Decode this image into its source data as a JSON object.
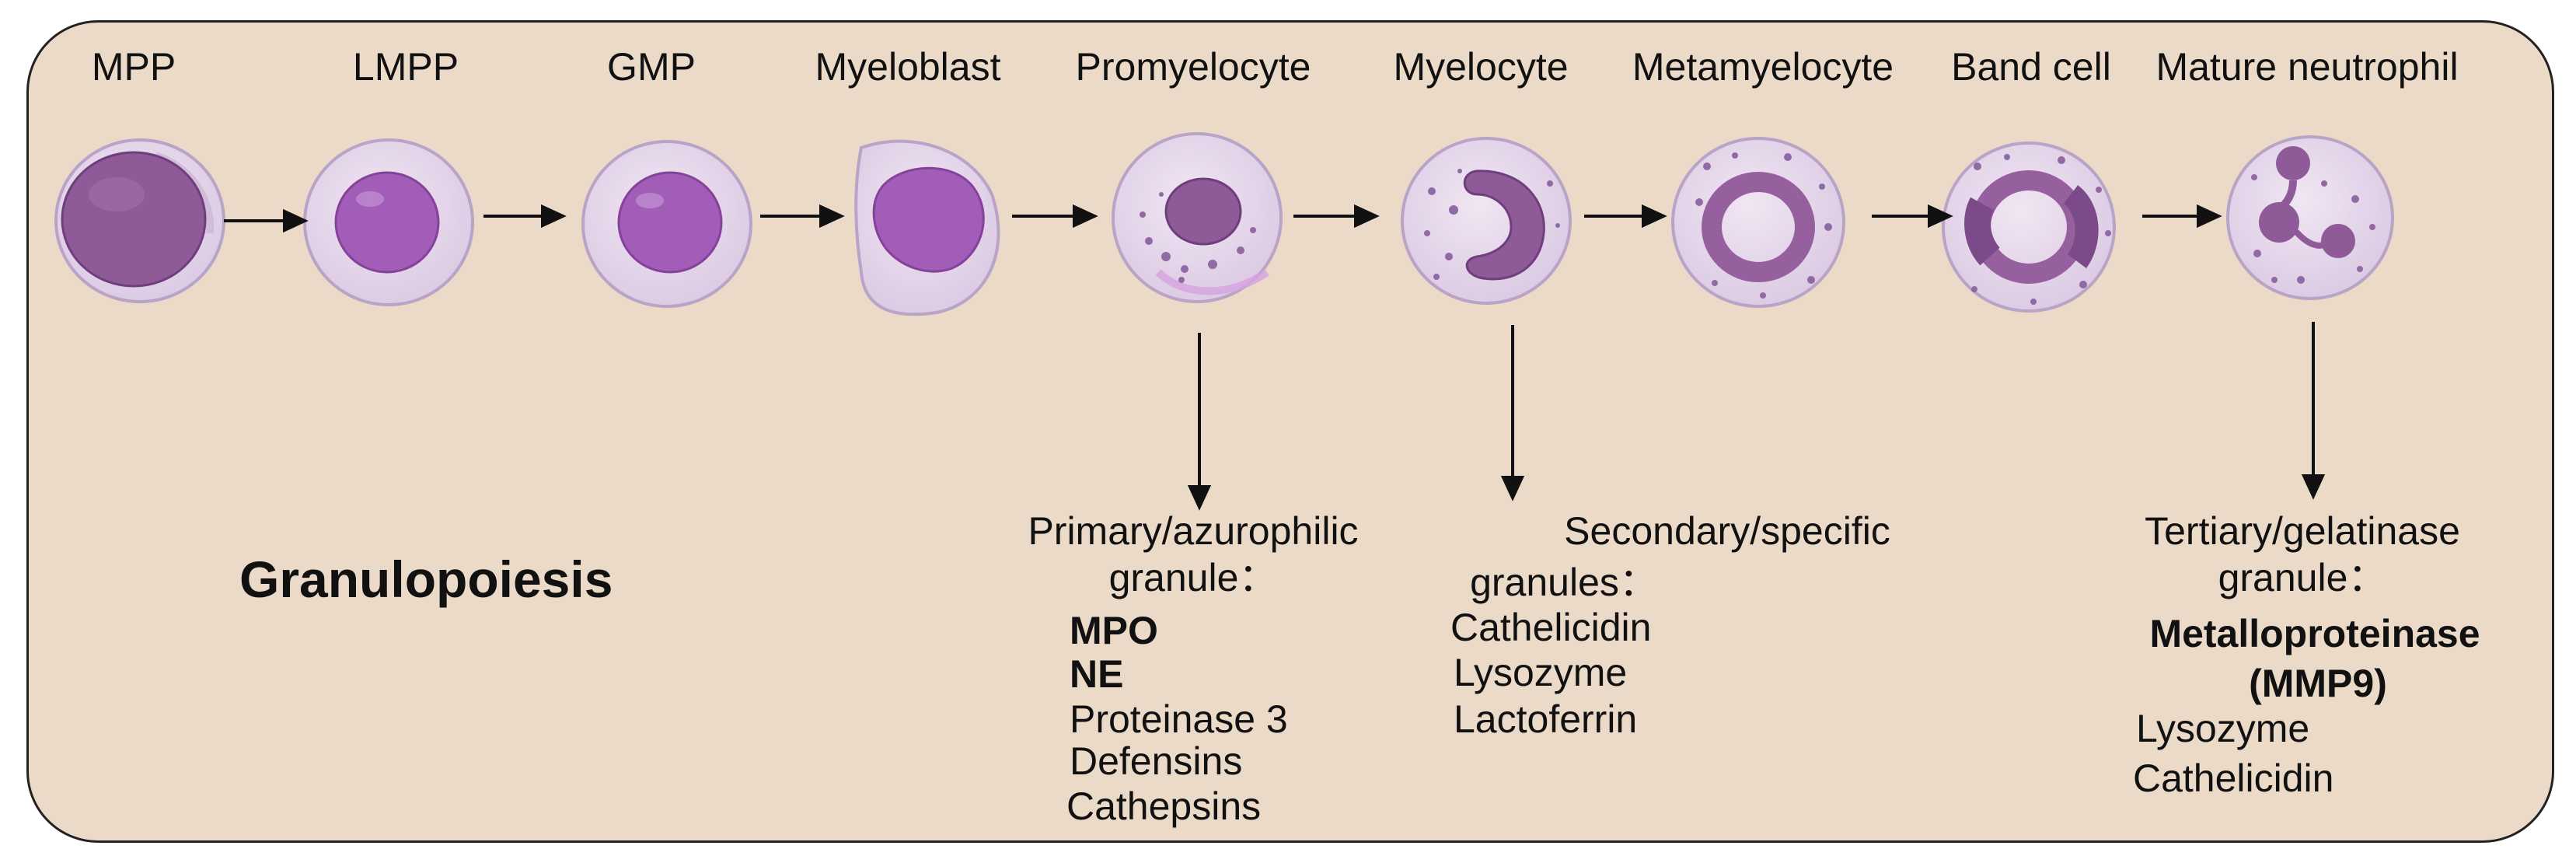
{
  "stages": [
    {
      "label": "MPP",
      "icon": "mpp-cell-icon"
    },
    {
      "label": "LMPP",
      "icon": "lmpp-cell-icon"
    },
    {
      "label": "GMP",
      "icon": "gmp-cell-icon"
    },
    {
      "label": "Myeloblast",
      "icon": "myeloblast-cell-icon"
    },
    {
      "label": "Promyelocyte",
      "icon": "promyelocyte-cell-icon"
    },
    {
      "label": "Myelocyte",
      "icon": "myelocyte-cell-icon"
    },
    {
      "label": "Metamyelocyte",
      "icon": "metamyelocyte-cell-icon"
    },
    {
      "label": "Band cell",
      "icon": "band-cell-icon"
    },
    {
      "label": "Mature neutrophil",
      "icon": "mature-neutrophil-cell-icon"
    }
  ],
  "title": "Granulopoiesis",
  "granules": {
    "primary": {
      "heading1": "Primary/azurophilic",
      "heading2": "granule：",
      "items": [
        "MPO",
        "NE",
        "Proteinase 3",
        "Defensins",
        "Cathepsins"
      ]
    },
    "secondary": {
      "heading1": "Secondary/specific",
      "heading2": "granules：",
      "items": [
        "Cathelicidin",
        "Lysozyme",
        "Lactoferrin"
      ]
    },
    "tertiary": {
      "heading1": "Tertiary/gelatinase",
      "heading2": "granule：",
      "items": [
        "Metalloproteinase",
        "(MMP9)",
        "Lysozyme",
        "Cathelicidin"
      ]
    }
  },
  "colors": {
    "panel": "#ebdac8",
    "cell_outer": "#e6d6ec",
    "cell_ring": "#b8a0c4",
    "nucleus_dark": "#8a5b96",
    "nucleus_bright": "#a05cb8",
    "granule_dot": "#8f6aa3"
  }
}
